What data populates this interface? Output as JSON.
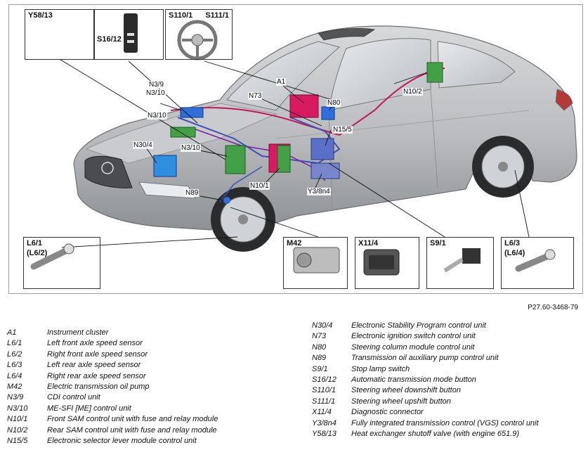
{
  "callouts": {
    "y5813": "Y58/13",
    "s1612": "S16/12",
    "s1101": "S110/1",
    "s1111": "S111/1",
    "n39": "N3/9",
    "n310a": "N3/10",
    "n310b": "N3/10",
    "n310c": "N3/10",
    "n73": "N73",
    "a1": "A1",
    "n80": "N80",
    "n102": "N10/2",
    "n155": "N15/5",
    "n304": "N30/4",
    "n101": "N10/1",
    "y38n4": "Y3/8n4",
    "n89": "N89",
    "l61": "L6/1",
    "l62": "(L6/2)",
    "m42": "M42",
    "x114": "X11/4",
    "s91": "S9/1",
    "l63": "L6/3",
    "l64": "(L6/4)"
  },
  "figure_ref": "P27.60-3468-79",
  "legend_left": [
    {
      "code": "A1",
      "desc": "Instrument cluster"
    },
    {
      "code": "L6/1",
      "desc": "Left front axle speed sensor"
    },
    {
      "code": "L6/2",
      "desc": "Right front axle speed sensor"
    },
    {
      "code": "L6/3",
      "desc": "Left rear axle speed sensor"
    },
    {
      "code": "L6/4",
      "desc": "Right rear axle speed sensor"
    },
    {
      "code": "M42",
      "desc": "Electric transmission oil pump"
    },
    {
      "code": "N3/9",
      "desc": "CDI control unit"
    },
    {
      "code": "N3/10",
      "desc": "ME-SFI [ME] control unit"
    },
    {
      "code": "N10/1",
      "desc": "Front SAM control unit with fuse and relay module"
    },
    {
      "code": "N10/2",
      "desc": "Rear SAM control unit with fuse and relay module"
    },
    {
      "code": "N15/5",
      "desc": "Electronic selector lever module control unit"
    }
  ],
  "legend_right": [
    {
      "code": "N30/4",
      "desc": "Electronic Stability Program control unit"
    },
    {
      "code": "N73",
      "desc": "Electronic ignition switch control unit"
    },
    {
      "code": "N80",
      "desc": "Steering column module control unit"
    },
    {
      "code": "N89",
      "desc": "Transmission oil auxiliary pump control unit"
    },
    {
      "code": "S9/1",
      "desc": "Stop lamp switch"
    },
    {
      "code": "S16/12",
      "desc": "Automatic transmission mode button"
    },
    {
      "code": "S110/1",
      "desc": "Steering wheel downshift button"
    },
    {
      "code": "S111/1",
      "desc": "Steering wheel upshift button"
    },
    {
      "code": "X11/4",
      "desc": "Diagnostic connector"
    },
    {
      "code": "Y3/8n4",
      "desc": "Fully integrated transmission control (VGS) control unit"
    },
    {
      "code": "Y58/13",
      "desc": "Heat exchanger shutoff valve (with engine 651.9)"
    }
  ]
}
